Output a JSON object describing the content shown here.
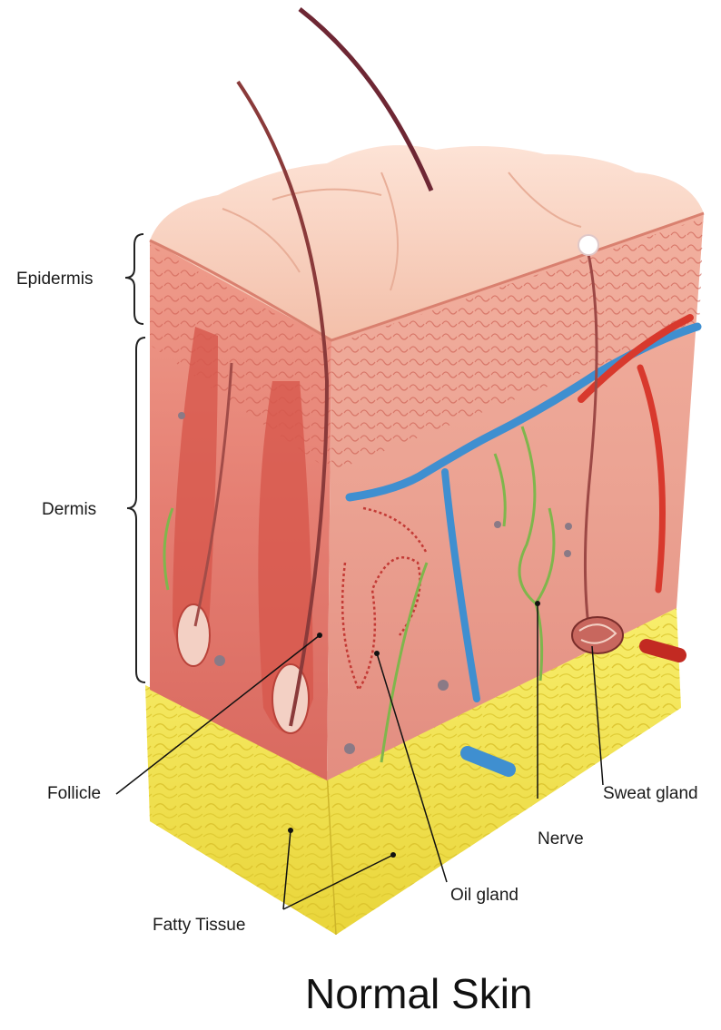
{
  "title": "Normal Skin",
  "labels": {
    "epidermis": "Epidermis",
    "dermis": "Dermis",
    "follicle": "Follicle",
    "fatty_tissue": "Fatty Tissue",
    "oil_gland": "Oil gland",
    "nerve": "Nerve",
    "sweat_gland": "Sweat gland"
  },
  "colors": {
    "epidermis_surface": "#f6c9b5",
    "dermis": "#e9867a",
    "fat": "#f2e24c",
    "vein": "#3f8fd0",
    "artery": "#d8392d",
    "nerve": "#7fb64c"
  }
}
